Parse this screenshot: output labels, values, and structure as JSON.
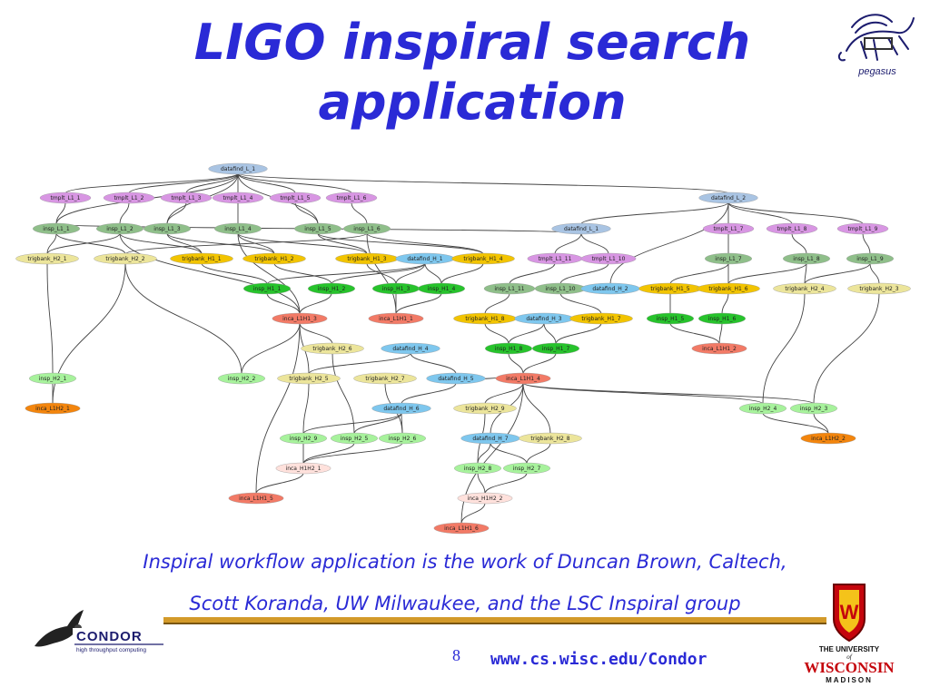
{
  "slide": {
    "title_line1": "LIGO inspiral search",
    "title_line2": "application",
    "caption_line1": "Inspiral workflow application is the work of Duncan Brown, Caltech,",
    "caption_line2": "Scott Koranda, UW Milwaukee, and the LSC Inspiral group",
    "page_number": "8",
    "footer_url": "www.cs.wisc.edu/Condor"
  },
  "logos": {
    "pegasus": "pegasus",
    "condor_name": "CONDOR",
    "condor_tagline": "high throughput computing",
    "uw_line1": "THE UNIVERSITY",
    "uw_of": "of",
    "uw_line2": "WISCONSIN",
    "uw_line3": "MADISON",
    "uw_crest_letter": "W"
  },
  "colors": {
    "title": "#2a2ad6",
    "datafind": "#a9c4e3",
    "datafind_H": "#7ec7ee",
    "tmplt": "#d896e3",
    "insp_L1": "#8fbf8a",
    "trigbank_H2": "#ece59b",
    "trigbank_H1": "#f2c400",
    "insp_H1": "#27c32c",
    "inca_L1H1": "#f27a66",
    "insp_H2": "#a7f29c",
    "inca_L1H2": "#f3850d",
    "inca_H1H2": "#ffe1dc"
  },
  "workflow": {
    "nodes": [
      {
        "id": "dfL1",
        "label": "datafind_L_1",
        "type": "datafind"
      },
      {
        "id": "tL11",
        "label": "tmplt_L1_1",
        "type": "tmplt"
      },
      {
        "id": "tL12",
        "label": "tmplt_L1_2",
        "type": "tmplt"
      },
      {
        "id": "tL13",
        "label": "tmplt_L1_3",
        "type": "tmplt"
      },
      {
        "id": "tL14",
        "label": "tmplt_L1_4",
        "type": "tmplt"
      },
      {
        "id": "tL15",
        "label": "tmplt_L1_5",
        "type": "tmplt"
      },
      {
        "id": "tL16",
        "label": "tmplt_L1_6",
        "type": "tmplt"
      },
      {
        "id": "dfL2",
        "label": "datafind_L_2",
        "type": "datafind"
      },
      {
        "id": "iL11",
        "label": "insp_L1_1",
        "type": "insp_L1"
      },
      {
        "id": "iL12",
        "label": "insp_L1_2",
        "type": "insp_L1"
      },
      {
        "id": "iL13",
        "label": "insp_L1_3",
        "type": "insp_L1"
      },
      {
        "id": "iL14",
        "label": "insp_L1_4",
        "type": "insp_L1"
      },
      {
        "id": "iL15",
        "label": "insp_L1_5",
        "type": "insp_L1"
      },
      {
        "id": "iL16",
        "label": "insp_L1_6",
        "type": "insp_L1"
      },
      {
        "id": "dfL_1b",
        "label": "datafind_L_1",
        "type": "datafind"
      },
      {
        "id": "tL17",
        "label": "tmplt_L1_7",
        "type": "tmplt"
      },
      {
        "id": "tL18",
        "label": "tmplt_L1_8",
        "type": "tmplt"
      },
      {
        "id": "tL19",
        "label": "tmplt_L1_9",
        "type": "tmplt"
      },
      {
        "id": "tbH21",
        "label": "trigbank_H2_1",
        "type": "trigbank_H2"
      },
      {
        "id": "tbH22",
        "label": "trigbank_H2_2",
        "type": "trigbank_H2"
      },
      {
        "id": "tbH11",
        "label": "trigbank_H1_1",
        "type": "trigbank_H1"
      },
      {
        "id": "tbH12",
        "label": "trigbank_H1_2",
        "type": "trigbank_H1"
      },
      {
        "id": "tbH13",
        "label": "trigbank_H1_3",
        "type": "trigbank_H1"
      },
      {
        "id": "dfH1",
        "label": "datafind_H_1",
        "type": "datafind_H"
      },
      {
        "id": "tbH14",
        "label": "trigbank_H1_4",
        "type": "trigbank_H1"
      },
      {
        "id": "tL111",
        "label": "tmplt_L1_11",
        "type": "tmplt"
      },
      {
        "id": "tL110",
        "label": "tmplt_L1_10",
        "type": "tmplt"
      },
      {
        "id": "iL17",
        "label": "insp_L1_7",
        "type": "insp_L1"
      },
      {
        "id": "iL18",
        "label": "insp_L1_8",
        "type": "insp_L1"
      },
      {
        "id": "iL19",
        "label": "insp_L1_9",
        "type": "insp_L1"
      },
      {
        "id": "iH11",
        "label": "insp_H1_1",
        "type": "insp_H1"
      },
      {
        "id": "iH12",
        "label": "insp_H1_2",
        "type": "insp_H1"
      },
      {
        "id": "iH13",
        "label": "insp_H1_3",
        "type": "insp_H1"
      },
      {
        "id": "iH14",
        "label": "insp_H1_4",
        "type": "insp_H1"
      },
      {
        "id": "iL111",
        "label": "insp_L1_11",
        "type": "insp_L1"
      },
      {
        "id": "iL110",
        "label": "insp_L1_10",
        "type": "insp_L1"
      },
      {
        "id": "dfH2",
        "label": "datafind_H_2",
        "type": "datafind_H"
      },
      {
        "id": "tbH15",
        "label": "trigbank_H1_5",
        "type": "trigbank_H1"
      },
      {
        "id": "tbH16",
        "label": "trigbank_H1_6",
        "type": "trigbank_H1"
      },
      {
        "id": "tbH24",
        "label": "trigbank_H2_4",
        "type": "trigbank_H2"
      },
      {
        "id": "tbH23",
        "label": "trigbank_H2_3",
        "type": "trigbank_H2"
      },
      {
        "id": "incaL1H13",
        "label": "inca_L1H1_3",
        "type": "inca_L1H1"
      },
      {
        "id": "incaL1H11",
        "label": "inca_L1H1_1",
        "type": "inca_L1H1"
      },
      {
        "id": "tbH18",
        "label": "trigbank_H1_8",
        "type": "trigbank_H1"
      },
      {
        "id": "dfH3",
        "label": "datafind_H_3",
        "type": "datafind_H"
      },
      {
        "id": "tbH17",
        "label": "trigbank_H1_7",
        "type": "trigbank_H1"
      },
      {
        "id": "iH15",
        "label": "insp_H1_5",
        "type": "insp_H1"
      },
      {
        "id": "iH16",
        "label": "insp_H1_6",
        "type": "insp_H1"
      },
      {
        "id": "tbH26",
        "label": "trigbank_H2_6",
        "type": "trigbank_H2"
      },
      {
        "id": "dfH4",
        "label": "datafind_H_4",
        "type": "datafind_H"
      },
      {
        "id": "iH18",
        "label": "insp_H1_8",
        "type": "insp_H1"
      },
      {
        "id": "iH17",
        "label": "insp_H1_7",
        "type": "insp_H1"
      },
      {
        "id": "incaL1H12",
        "label": "inca_L1H1_2",
        "type": "inca_L1H1"
      },
      {
        "id": "iH21",
        "label": "insp_H2_1",
        "type": "insp_H2"
      },
      {
        "id": "iH22",
        "label": "insp_H2_2",
        "type": "insp_H2"
      },
      {
        "id": "tbH25",
        "label": "trigbank_H2_5",
        "type": "trigbank_H2"
      },
      {
        "id": "tbH27",
        "label": "trigbank_H2_7",
        "type": "trigbank_H2"
      },
      {
        "id": "dfH5",
        "label": "datafind_H_5",
        "type": "datafind_H"
      },
      {
        "id": "incaL1H14",
        "label": "inca_L1H1_4",
        "type": "inca_L1H1"
      },
      {
        "id": "incaL1H21",
        "label": "inca_L1H2_1",
        "type": "inca_L1H2"
      },
      {
        "id": "dfH6",
        "label": "datafind_H_6",
        "type": "datafind_H"
      },
      {
        "id": "tbH29",
        "label": "trigbank_H2_9",
        "type": "trigbank_H2"
      },
      {
        "id": "iH24",
        "label": "insp_H2_4",
        "type": "insp_H2"
      },
      {
        "id": "iH23",
        "label": "insp_H2_3",
        "type": "insp_H2"
      },
      {
        "id": "dfH7",
        "label": "datafind_H_7",
        "type": "datafind_H"
      },
      {
        "id": "tbH28",
        "label": "trigbank_H2_8",
        "type": "trigbank_H2"
      },
      {
        "id": "incaL1H22",
        "label": "inca_L1H2_2",
        "type": "inca_L1H2"
      },
      {
        "id": "iH29",
        "label": "insp_H2_9",
        "type": "insp_H2"
      },
      {
        "id": "iH25",
        "label": "insp_H2_5",
        "type": "insp_H2"
      },
      {
        "id": "iH26",
        "label": "insp_H2_6",
        "type": "insp_H2"
      },
      {
        "id": "incaH1H21",
        "label": "inca_H1H2_1",
        "type": "inca_H1H2"
      },
      {
        "id": "iH28",
        "label": "insp_H2_8",
        "type": "insp_H2"
      },
      {
        "id": "iH27",
        "label": "insp_H2_7",
        "type": "insp_H2"
      },
      {
        "id": "incaL1H15",
        "label": "inca_L1H1_5",
        "type": "inca_L1H1"
      },
      {
        "id": "incaH1H22",
        "label": "inca_H1H2_2",
        "type": "inca_H1H2"
      },
      {
        "id": "incaL1H16",
        "label": "inca_L1H1_6",
        "type": "inca_L1H1"
      }
    ],
    "edges": [
      [
        "dfL1",
        "tL11"
      ],
      [
        "dfL1",
        "tL12"
      ],
      [
        "dfL1",
        "tL13"
      ],
      [
        "dfL1",
        "tL14"
      ],
      [
        "dfL1",
        "tL15"
      ],
      [
        "dfL1",
        "tL16"
      ],
      [
        "dfL1",
        "dfL2"
      ],
      [
        "dfL1",
        "iL11"
      ],
      [
        "dfL1",
        "iL13"
      ],
      [
        "dfL1",
        "iL15"
      ],
      [
        "tL11",
        "iL11"
      ],
      [
        "tL12",
        "iL12"
      ],
      [
        "tL13",
        "iL13"
      ],
      [
        "tL14",
        "iL14"
      ],
      [
        "tL15",
        "iL15"
      ],
      [
        "tL16",
        "iL16"
      ],
      [
        "dfL2",
        "dfL_1b"
      ],
      [
        "dfL2",
        "tL17"
      ],
      [
        "dfL2",
        "tL18"
      ],
      [
        "dfL2",
        "tL19"
      ],
      [
        "dfL2",
        "dfH2"
      ],
      [
        "dfL_1b",
        "tL111"
      ],
      [
        "dfL_1b",
        "tL110"
      ],
      [
        "dfL_1b",
        "iL11"
      ],
      [
        "tL17",
        "iL17"
      ],
      [
        "tL18",
        "iL18"
      ],
      [
        "tL19",
        "iL19"
      ],
      [
        "tL111",
        "iL111"
      ],
      [
        "tL110",
        "iL110"
      ],
      [
        "iL11",
        "tbH21"
      ],
      [
        "iL11",
        "tbH22"
      ],
      [
        "iL12",
        "tbH11"
      ],
      [
        "iL12",
        "tbH21"
      ],
      [
        "iL13",
        "tbH12"
      ],
      [
        "iL13",
        "tbH11"
      ],
      [
        "iL14",
        "tbH12"
      ],
      [
        "iL14",
        "tbH13"
      ],
      [
        "iL15",
        "tbH13"
      ],
      [
        "iL15",
        "tbH14"
      ],
      [
        "iL16",
        "tbH14"
      ],
      [
        "iL16",
        "tbH22"
      ],
      [
        "tbH11",
        "iH11"
      ],
      [
        "tbH12",
        "iH12"
      ],
      [
        "tbH13",
        "iH13"
      ],
      [
        "tbH14",
        "iH14"
      ],
      [
        "dfH1",
        "iH11"
      ],
      [
        "dfH1",
        "iH12"
      ],
      [
        "dfH1",
        "iH13"
      ],
      [
        "dfH1",
        "iH14"
      ],
      [
        "iH11",
        "incaL1H13"
      ],
      [
        "iH12",
        "incaL1H13"
      ],
      [
        "iH13",
        "incaL1H11"
      ],
      [
        "iH14",
        "incaL1H11"
      ],
      [
        "iL12",
        "incaL1H13"
      ],
      [
        "iL14",
        "incaL1H13"
      ],
      [
        "iL16",
        "incaL1H11"
      ],
      [
        "iL111",
        "tbH18"
      ],
      [
        "iL110",
        "tbH17"
      ],
      [
        "iL110",
        "dfH2"
      ],
      [
        "iL17",
        "tbH15"
      ],
      [
        "iL17",
        "tbH16"
      ],
      [
        "iL18",
        "tbH16"
      ],
      [
        "iL18",
        "tbH24"
      ],
      [
        "iL19",
        "tbH23"
      ],
      [
        "iL19",
        "tbH24"
      ],
      [
        "tbH15",
        "iH15"
      ],
      [
        "tbH16",
        "iH16"
      ],
      [
        "iH15",
        "incaL1H12"
      ],
      [
        "iH16",
        "incaL1H12"
      ],
      [
        "dfH3",
        "iH18"
      ],
      [
        "dfH3",
        "iH17"
      ],
      [
        "tbH18",
        "iH18"
      ],
      [
        "tbH17",
        "iH17"
      ],
      [
        "iH18",
        "incaL1H14"
      ],
      [
        "iH17",
        "incaL1H14"
      ],
      [
        "incaL1H13",
        "tbH26"
      ],
      [
        "incaL1H13",
        "tbH25"
      ],
      [
        "incaL1H13",
        "incaL1H15"
      ],
      [
        "incaL1H13",
        "iH22"
      ],
      [
        "dfH4",
        "tbH25"
      ],
      [
        "dfH4",
        "dfH5"
      ],
      [
        "tbH21",
        "iH21"
      ],
      [
        "tbH22",
        "iH22"
      ],
      [
        "iH21",
        "incaL1H21"
      ],
      [
        "tbH22",
        "incaL1H21"
      ],
      [
        "tbH25",
        "iH29"
      ],
      [
        "tbH26",
        "iH25"
      ],
      [
        "tbH27",
        "iH26"
      ],
      [
        "dfH6",
        "iH29"
      ],
      [
        "dfH6",
        "iH25"
      ],
      [
        "dfH6",
        "iH26"
      ],
      [
        "iH29",
        "incaH1H21"
      ],
      [
        "iH25",
        "incaH1H21"
      ],
      [
        "iH26",
        "incaH1H21"
      ],
      [
        "incaL1H14",
        "tbH29"
      ],
      [
        "incaL1H14",
        "tbH28"
      ],
      [
        "incaL1H14",
        "iH24"
      ],
      [
        "incaL1H14",
        "iH23"
      ],
      [
        "incaL1H14",
        "incaL1H16"
      ],
      [
        "tbH24",
        "iH24"
      ],
      [
        "tbH23",
        "iH23"
      ],
      [
        "iH24",
        "incaL1H22"
      ],
      [
        "iH23",
        "incaL1H22"
      ],
      [
        "dfH7",
        "iH28"
      ],
      [
        "dfH7",
        "iH27"
      ],
      [
        "tbH29",
        "iH28"
      ],
      [
        "tbH28",
        "iH27"
      ],
      [
        "iH28",
        "incaH1H22"
      ],
      [
        "iH27",
        "incaH1H22"
      ],
      [
        "incaH1H22",
        "incaL1H16"
      ],
      [
        "incaH1H21",
        "incaL1H15"
      ],
      [
        "dfH5",
        "dfH6"
      ],
      [
        "dfH5",
        "incaL1H14"
      ],
      [
        "incaL1H14",
        "dfH7"
      ]
    ]
  }
}
